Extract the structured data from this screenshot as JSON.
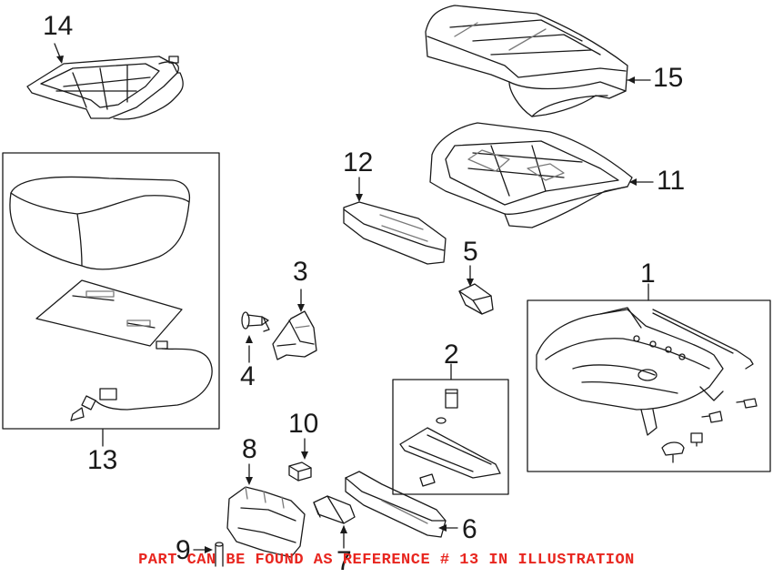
{
  "diagram": {
    "callouts": [
      {
        "id": "1",
        "label": "1"
      },
      {
        "id": "2",
        "label": "2"
      },
      {
        "id": "3",
        "label": "3"
      },
      {
        "id": "4",
        "label": "4"
      },
      {
        "id": "5",
        "label": "5"
      },
      {
        "id": "6",
        "label": "6"
      },
      {
        "id": "7",
        "label": "7"
      },
      {
        "id": "8",
        "label": "8"
      },
      {
        "id": "9",
        "label": "9"
      },
      {
        "id": "10",
        "label": "10"
      },
      {
        "id": "11",
        "label": "11"
      },
      {
        "id": "12",
        "label": "12"
      },
      {
        "id": "13",
        "label": "13"
      },
      {
        "id": "14",
        "label": "14"
      },
      {
        "id": "15",
        "label": "15"
      }
    ],
    "notice": "PART CAN BE FOUND AS REFERENCE # 13 IN ILLUSTRATION",
    "colors": {
      "line": "#1a1a1a",
      "notice": "#e8261f",
      "background": "#ffffff",
      "hatch": "#7a7a7a"
    }
  }
}
